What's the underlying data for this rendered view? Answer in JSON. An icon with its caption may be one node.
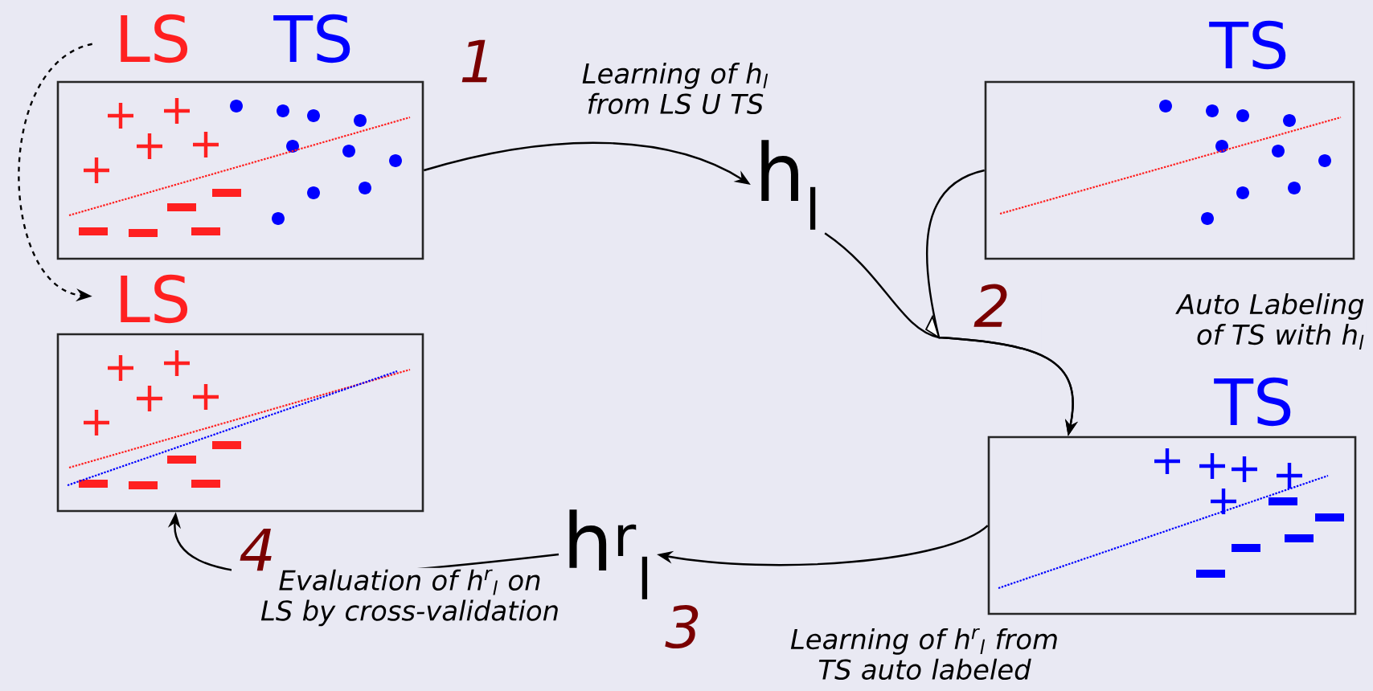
{
  "diagram": {
    "nodes": [
      {
        "text": [
          "LS",
          "TS"
        ]
      },
      {
        "text": [
          "h$_{l}$"
        ]
      },
      {
        "text": [
          "TS"
        ]
      },
      {
        "text": [
          "TS"
        ]
      },
      {
        "text": [
          "h$^{r}$$_{l}$"
        ]
      },
      {
        "text": [
          "LS"
        ]
      }
    ],
    "edges": [
      {
        "from": 0,
        "to": 1,
        "arrow": "to",
        "label": "Learning of h$_{l}$ from LS U TS"
      },
      {
        "from": 1,
        "to": 3,
        "arrow": "to",
        "label": "Auto Labeling of TS with h$_{l}$"
      },
      {
        "from": 2,
        "to": 3,
        "arrow": "to"
      },
      {
        "from": 3,
        "to": 4,
        "arrow": "to",
        "label": "Learning of h$^{r}$$_{l}$ from TS auto labeled"
      },
      {
        "from": 4,
        "to": 5,
        "arrow": "to",
        "label": "Evaluation of h$^{r}$$_{l}$ on LS by cross-validation"
      },
      {
        "from": 0,
        "to": 5,
        "arrow": "to",
        "style": "dashed"
      }
    ],
    "labels": [
      "1",
      "2",
      "4",
      "3"
    ]
  }
}
